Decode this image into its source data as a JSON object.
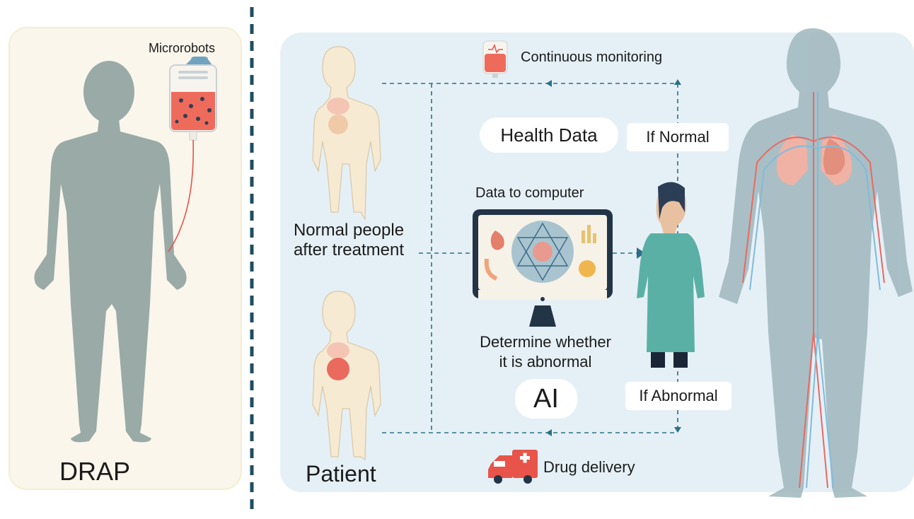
{
  "left_panel": {
    "title": "DRAP",
    "device_label": "Microrobots"
  },
  "workflow": {
    "monitoring_label": "Continuous monitoring",
    "health_data_label": "Health Data",
    "if_normal_label": "If Normal",
    "data_to_computer_label": "Data to computer",
    "normal_people_label": [
      "Normal people",
      "after treatment"
    ],
    "determine_label": [
      "Determine whether",
      "it is abnormal"
    ],
    "ai_label": "AI",
    "if_abnormal_label": "If Abnormal",
    "patient_label": "Patient",
    "drug_delivery_label": "Drug delivery"
  },
  "icons": {
    "iv_bag": "iv-bag-icon",
    "small_iv_bag": "monitoring-bag-icon",
    "ambulance": "ambulance-icon",
    "computer": "monitor-icon",
    "doctor": "doctor-figure",
    "anatomy": "circulatory-anatomy-figure"
  },
  "colors": {
    "divider": "#1f4e5f",
    "left_panel_bg": "#faf6ec",
    "right_panel_bg": "#e5f0f6",
    "human_silhouette": "#9aaaa6",
    "body_skin": "#f7ead2",
    "flow_line": "#2b6f86",
    "blood": "#e8534a",
    "ambulance": "#e8534a"
  }
}
